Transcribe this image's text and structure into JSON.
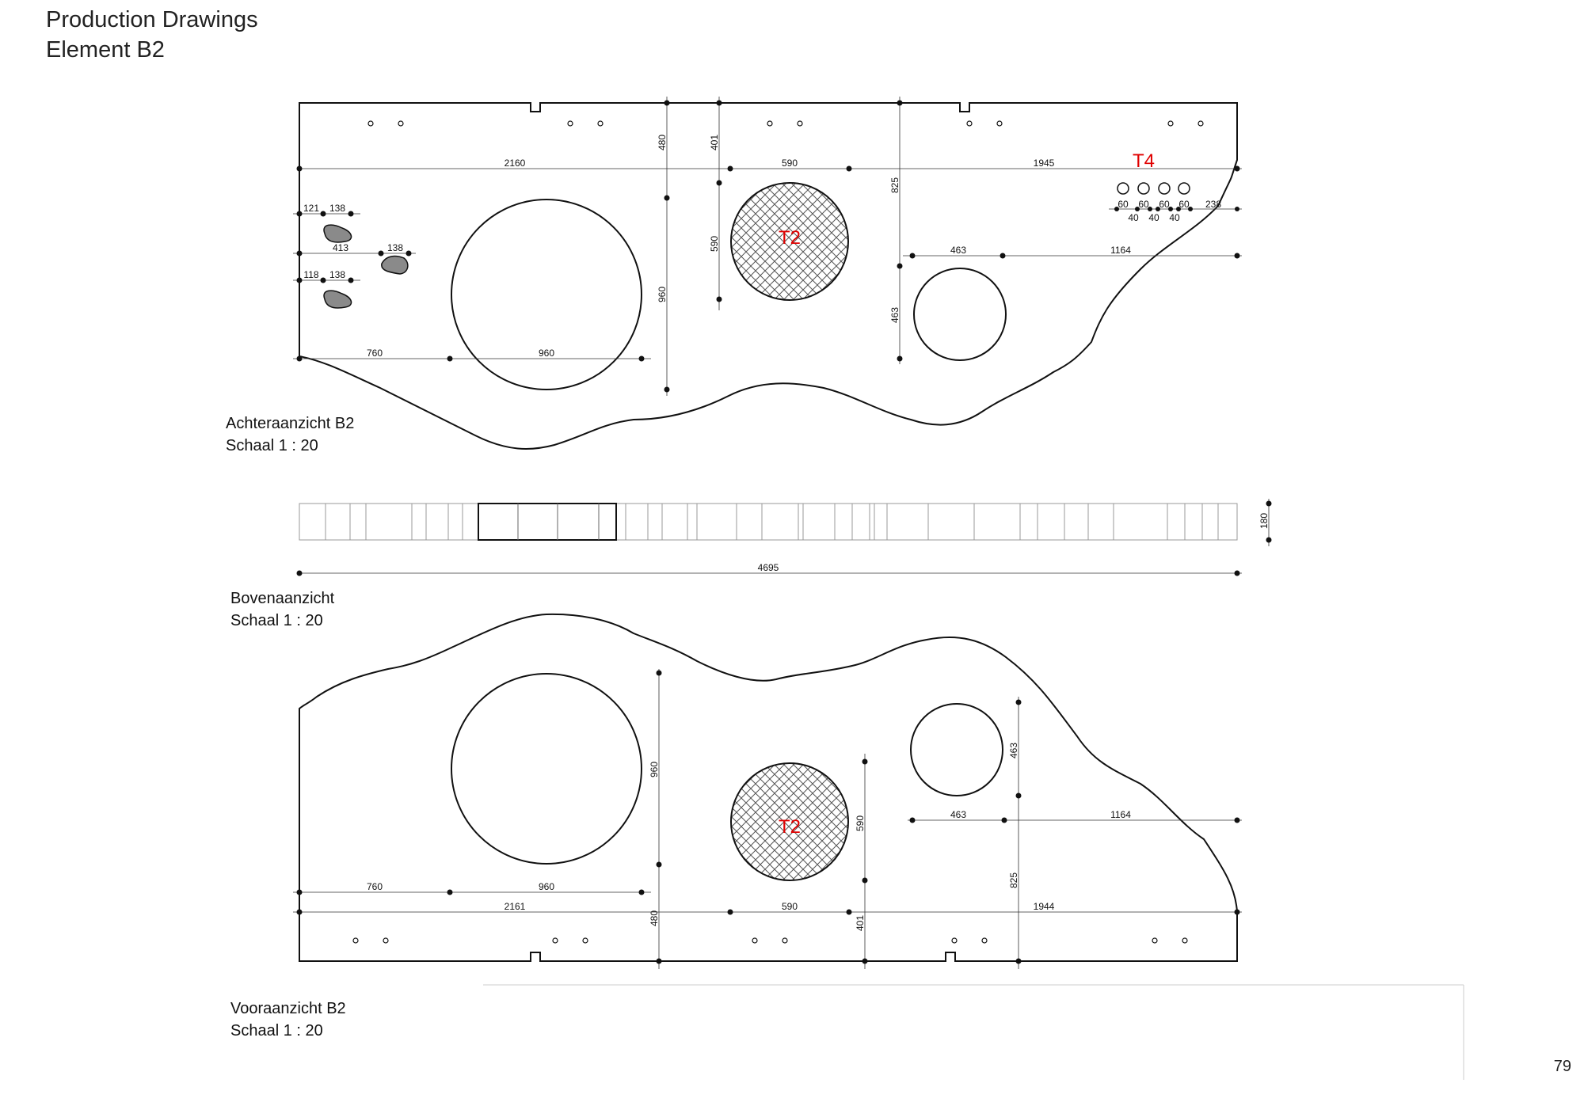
{
  "header": {
    "title_line1": "Production Drawings",
    "title_line2": "Element B2"
  },
  "page_number": "79",
  "views": {
    "rear": {
      "caption_name": "Achteraanzicht B2",
      "caption_scale": "Schaal 1 : 20",
      "tag_t2": "T2",
      "tag_t4": "T4",
      "dims": {
        "d2160": "2160",
        "d590": "590",
        "d1945": "1945",
        "d480": "480",
        "d401": "401",
        "d825": "825",
        "d960v": "960",
        "d590v": "590",
        "d463v": "463",
        "d463h": "463",
        "d1164": "1164",
        "d760": "760",
        "d960h": "960",
        "d121": "121",
        "d138a": "138",
        "d413": "413",
        "d138b": "138",
        "d118": "118",
        "d138c": "138",
        "t4_60a": "60",
        "t4_60b": "60",
        "t4_60c": "60",
        "t4_60d": "60",
        "t4_40a": "40",
        "t4_40b": "40",
        "t4_40c": "40",
        "t4_238": "238"
      }
    },
    "top": {
      "caption_name": "Bovenaanzicht",
      "caption_scale": "Schaal 1 : 20",
      "dims": {
        "d4695": "4695",
        "d180": "180"
      }
    },
    "front": {
      "caption_name": "Vooraanzicht B2",
      "caption_scale": "Schaal 1 : 20",
      "tag_t2": "T2",
      "dims": {
        "d960v": "960",
        "d590v": "590",
        "d463v": "463",
        "d825": "825",
        "d463h": "463",
        "d1164": "1164",
        "d760": "760",
        "d960h": "960",
        "d2161": "2161",
        "d590h": "590",
        "d1944": "1944",
        "d480": "480",
        "d401": "401"
      }
    }
  },
  "colors": {
    "tag": "#e00000",
    "line": "#111111",
    "hatch": "#555555",
    "blob": "#8a8a8a"
  }
}
